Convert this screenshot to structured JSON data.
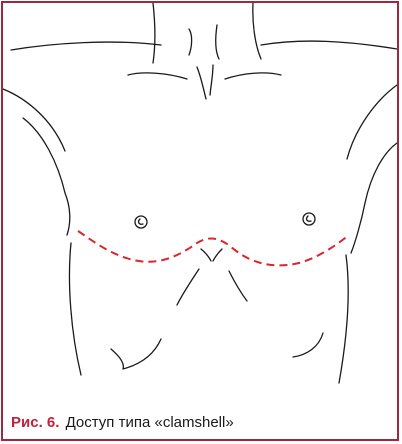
{
  "figure": {
    "label": "Рис. 6.",
    "caption": "Доступ типа «clamshell»"
  },
  "colors": {
    "frame": "#9b2942",
    "figure_label": "#c0213d",
    "incision": "#d9262f",
    "outline": "#1a1a1a"
  },
  "icons": {
    "torso": "torso-outline-drawing",
    "incision": "dashed-incision-line"
  }
}
